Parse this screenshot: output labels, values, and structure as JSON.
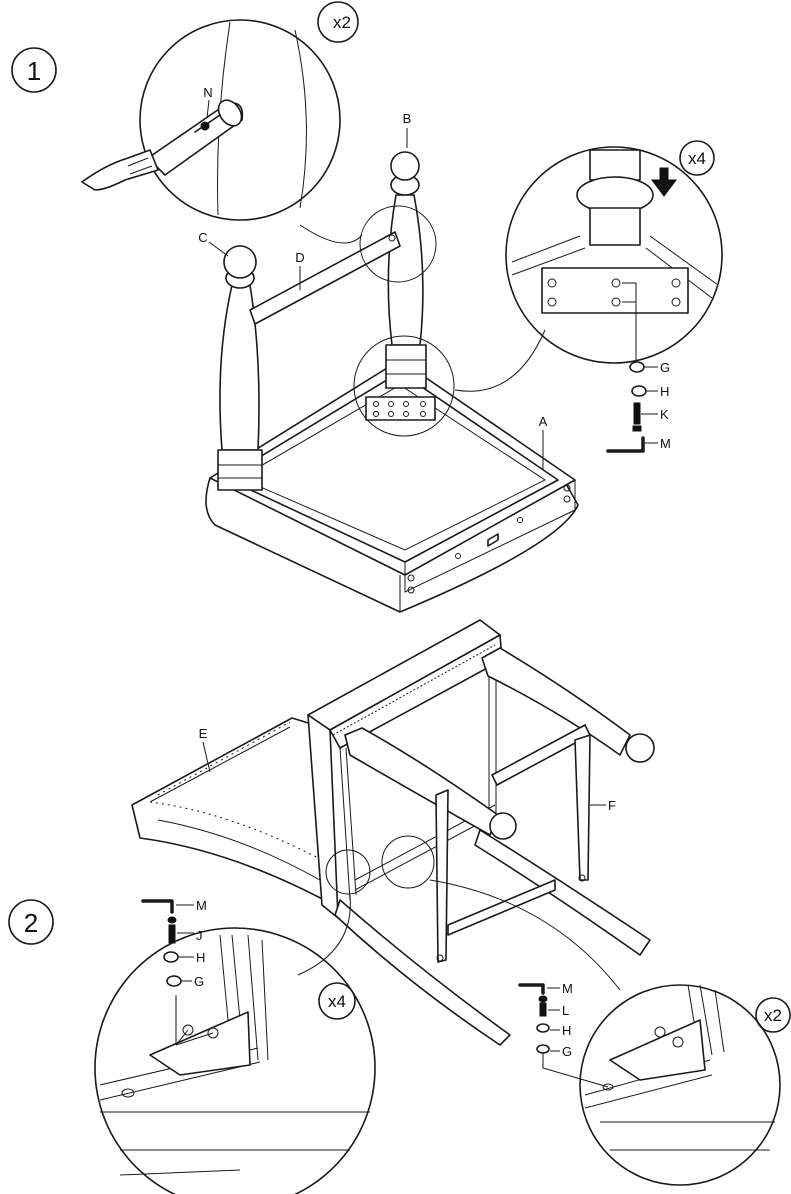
{
  "steps": [
    {
      "number": "1",
      "detail_multipliers": [
        "x2",
        "x4"
      ]
    },
    {
      "number": "2",
      "detail_multipliers": [
        "x4",
        "x2"
      ]
    }
  ],
  "part_labels": {
    "a": "A",
    "b": "B",
    "c": "C",
    "d": "D",
    "e": "E",
    "f": "F",
    "n": "N"
  },
  "hardware_labels": {
    "g": "G",
    "h": "H",
    "j": "J",
    "k": "K",
    "l": "L",
    "m": "M"
  }
}
